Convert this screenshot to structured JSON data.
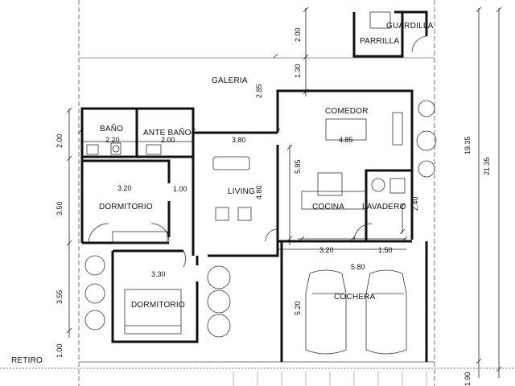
{
  "rooms": {
    "guardilla": "GUARDILLA",
    "parrilla": "PARRILLA",
    "galeria": "GALERIA",
    "comedor": "COMEDOR",
    "bano": "BAÑO",
    "ante_bano": "ANTE BAÑO",
    "dormitorio_1": "DORMITORIO",
    "living": "LIVING",
    "cocina": "COCINA",
    "lavadero": "LAVADERO",
    "dormitorio_2": "DORMITORIO",
    "cochera": "COCHERA",
    "retiro": "RETIRO"
  },
  "dimensions": {
    "d_2_00_top": "2.00",
    "d_1_30": "1.30",
    "d_2_85": "2.85",
    "d_2_00_left": "2.00",
    "d_2_20": "2.20",
    "d_2_00_ante": "2.00",
    "d_3_80": "3.80",
    "d_4_85": "4.85",
    "d_5_85": "5.85",
    "d_19_35": "19.35",
    "d_21_35": "21.35",
    "d_3_20_dorm": "3.20",
    "d_1_00_hall": "1.00",
    "d_3_50": "3.50",
    "d_4_80": "4.80",
    "d_2_40": "2.40",
    "d_3_20_cocina": "3.20",
    "d_1_50": "1.50",
    "d_5_80": "5.80",
    "d_3_30": "3.30",
    "d_3_55": "3.55",
    "d_5_20": "5.20",
    "d_1_00_retiro": "1.00",
    "d_1_90": "1.90"
  }
}
